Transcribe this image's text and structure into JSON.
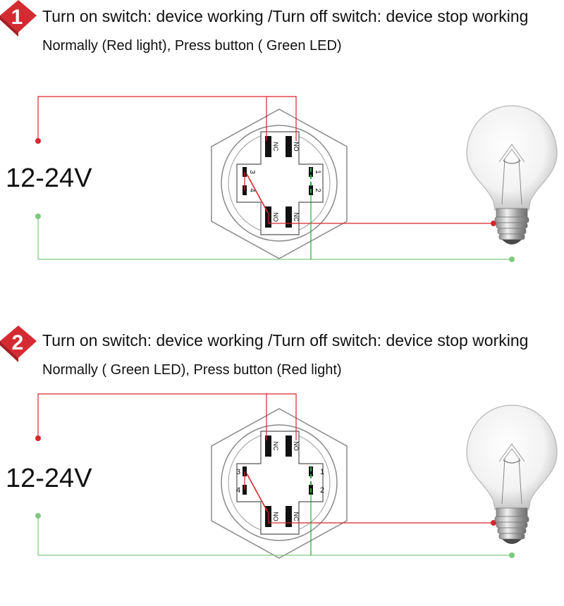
{
  "panels": [
    {
      "badge": "1",
      "line1": "Turn on switch: device working /Turn off switch: device stop working",
      "line2": "Normally (Red light), Press button ( Green LED)",
      "voltage": "12-24V",
      "terminals": {
        "nc": "NC",
        "no": "NO",
        "t1": "1",
        "t2": "2",
        "t3": "3",
        "t4": "4",
        "no_bottom": "NO",
        "nc_bottom": "NC"
      }
    },
    {
      "badge": "2",
      "line1": "Turn on switch: device working /Turn off switch: device stop working",
      "line2": "Normally ( Green LED), Press button (Red light)",
      "voltage": "12-24V",
      "terminals": {
        "nc": "NC",
        "no": "NO",
        "t1": "1",
        "t2": "2",
        "t3": "3",
        "t4": "4",
        "no_bottom": "NO",
        "nc_bottom": "NC"
      }
    }
  ],
  "colors": {
    "badge": "#d42b32",
    "red_wire": "#d8252b",
    "green_wire": "#7ec97e",
    "green_led": "#2fa82f",
    "steel": "#8a8a8a"
  },
  "icons": {
    "badge": "diamond-badge-icon",
    "bulb": "light-bulb-icon",
    "switch": "push-button-switch-icon"
  }
}
